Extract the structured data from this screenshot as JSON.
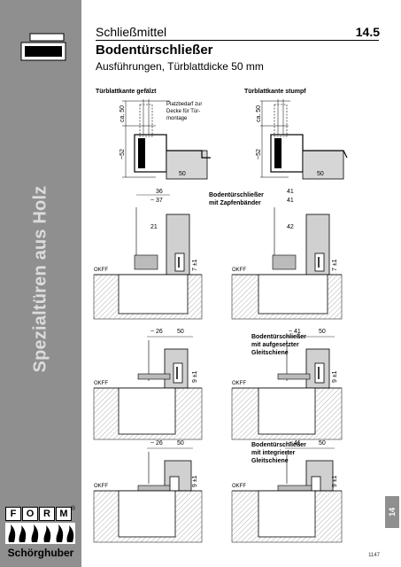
{
  "header": {
    "category": "Schließmittel",
    "section": "14.5",
    "title": "Bodentürschließer",
    "subtitle": "Ausführungen, Türblattdicke 50 mm"
  },
  "sidebar": {
    "vertical_title": "Spezialtüren aus Holz",
    "logo_letters": [
      "F",
      "O",
      "R",
      "M"
    ],
    "logo_reg": "®",
    "logo_brand": "Schörghuber"
  },
  "diagrams": {
    "left_top_label": "Türblattkante gefälzt",
    "right_top_label": "Türblattkante stumpf",
    "note": [
      "Platzbedarf zur",
      "Decke für Tür-",
      "montage"
    ],
    "row1_label": [
      "Bodentürschließer",
      "mit Zapfenbänder"
    ],
    "row2_label": [
      "Bodentürschließer",
      "mit aufgesetzter",
      "Gleitschiene"
    ],
    "row3_label": [
      "Bodentürschließer",
      "mit integrierter",
      "Gleitschiene"
    ],
    "dims": {
      "ca50": "ca. 50",
      "c52": "~52",
      "d50": "50",
      "d36": "36",
      "d37": "~ 37",
      "d21": "21",
      "d41": "41",
      "d42": "42",
      "d7": "7 ±1",
      "d9": "9 ±1",
      "d26": "~ 26",
      "d41t": "~ 41",
      "okff": "OKFF"
    }
  },
  "footer": {
    "tab": "14",
    "page": "1147"
  }
}
